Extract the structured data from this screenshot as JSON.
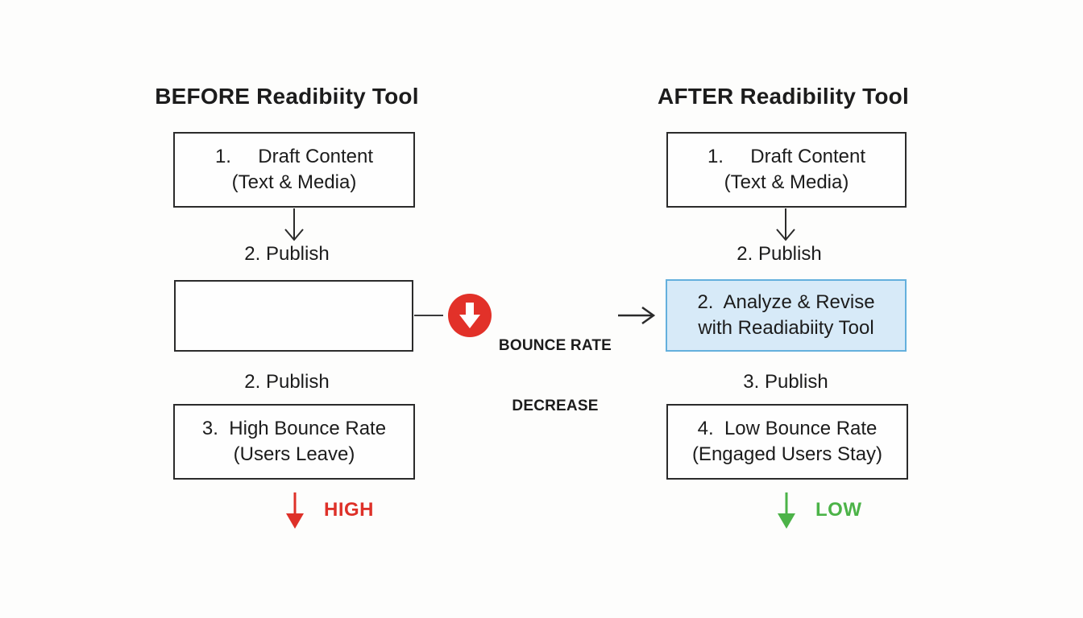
{
  "colors": {
    "box_border": "#2b2b2b",
    "text": "#1c1c1c",
    "highlight_fill": "#d7eaf8",
    "highlight_border": "#64b0dd",
    "red": "#de3129",
    "green": "#4cb348"
  },
  "before": {
    "title": "BEFORE Readibiity Tool",
    "step1": {
      "line1": "1.     Draft Content",
      "line2": "(Text & Media)"
    },
    "publish_top": "2. Publish",
    "empty_box": "",
    "publish_bottom": "2. Publish",
    "step3": {
      "line1": "3.  High Bounce Rate",
      "line2": "(Users Leave)"
    },
    "indicator_label": "HIGH"
  },
  "connector": {
    "icon": "red-circle-down-arrow-icon",
    "label_line1": "BOUNCE RATE",
    "label_line2": "DECREASE"
  },
  "after": {
    "title": "AFTER Readibility Tool",
    "step1": {
      "line1": "1.     Draft Content",
      "line2": "(Text & Media)"
    },
    "publish_top": "2. Publish",
    "highlight": {
      "line1": "2.  Analyze & Revise",
      "line2": "with Readiabiity Tool"
    },
    "publish_bottom": "3. Publish",
    "step4": {
      "line1": "4.  Low Bounce Rate",
      "line2": "(Engaged Users Stay)"
    },
    "indicator_label": "LOW"
  }
}
